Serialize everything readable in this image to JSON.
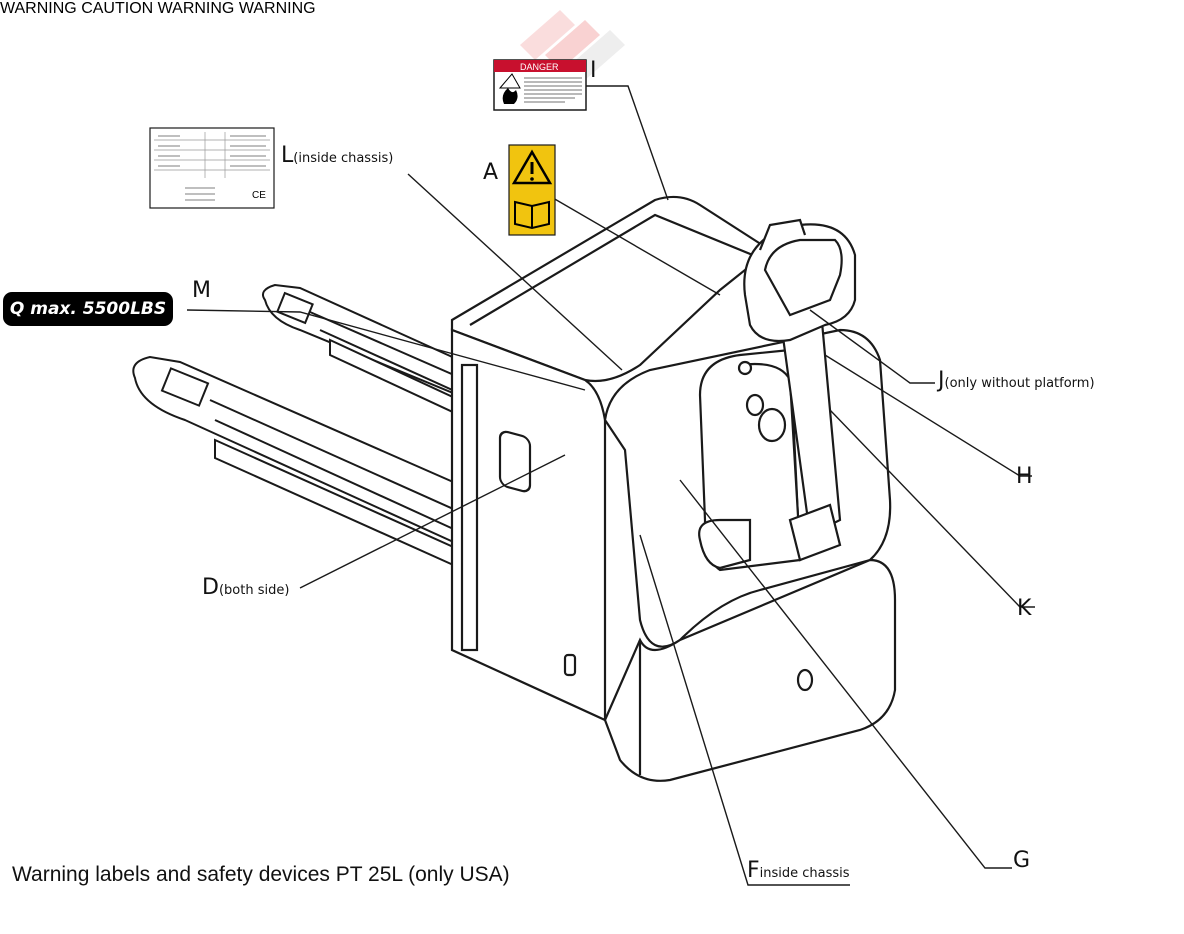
{
  "caption": "Warning labels and safety devices PT 25L (only USA)",
  "callouts": {
    "I": "I",
    "L": "L",
    "L_note": "(inside chassis)",
    "A": "A",
    "M": "M",
    "J": "J",
    "J_note": "(only without platform)",
    "H": "H",
    "K": "K",
    "D": "D",
    "D_note": "(both side)",
    "F": "F",
    "F_note": "inside chassis",
    "G": "G"
  },
  "labels": {
    "m_capacity": "Q max. 5500LBS",
    "danger_header": "DANGER",
    "warning_header": "WARNING",
    "caution_header": "CAUTION",
    "ce_mark": "CE"
  },
  "colors": {
    "danger_red": "#c8102e",
    "warning_orange": "#e8781a",
    "caution_yellow": "#f2d21b",
    "symbol_yellow": "#f1c40f",
    "battery_orange": "#d96a1c",
    "line": "#1a1a1a"
  }
}
